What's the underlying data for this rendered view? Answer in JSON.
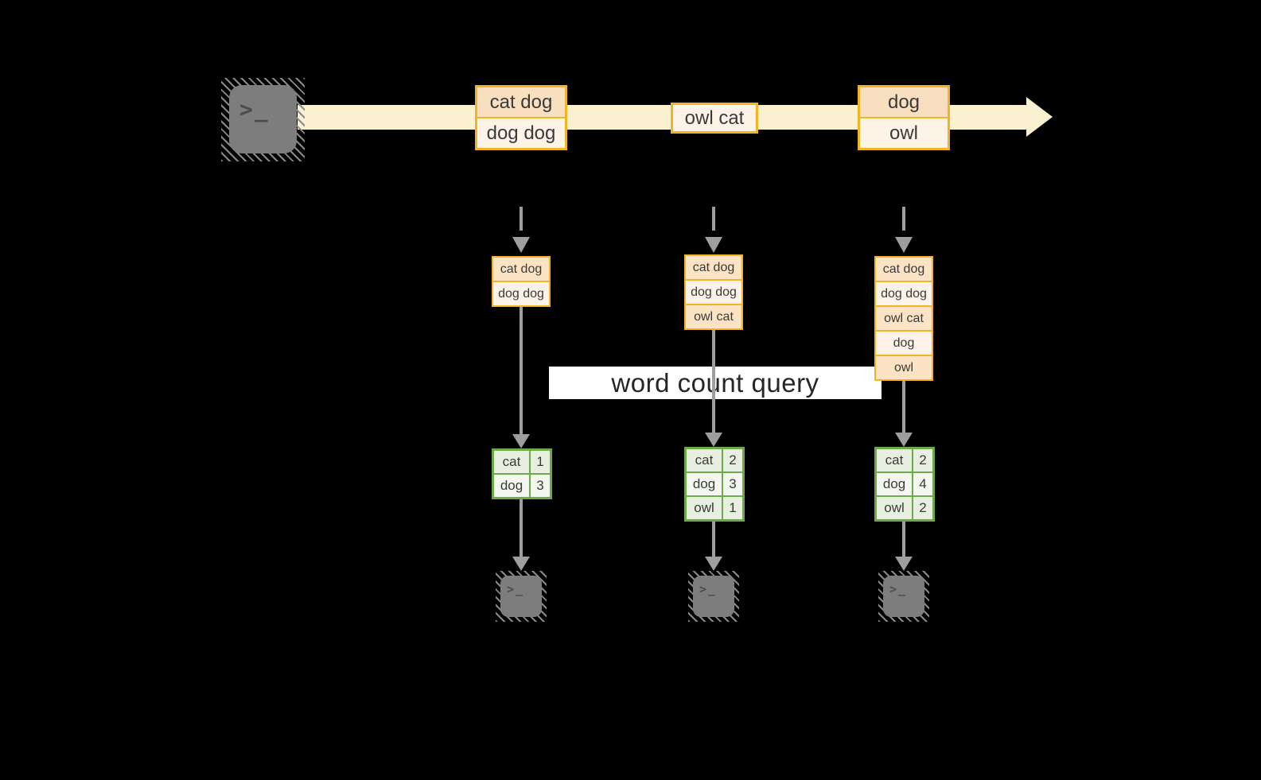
{
  "query_label": "word count query",
  "terminal_glyph": ">_",
  "stream": {
    "events": [
      {
        "lines": [
          "cat dog",
          "dog dog"
        ]
      },
      {
        "lines": [
          "owl cat"
        ]
      },
      {
        "lines": [
          "dog",
          "owl"
        ]
      }
    ]
  },
  "columns": [
    {
      "buffer": [
        "cat dog",
        "dog dog"
      ],
      "counts": [
        [
          "cat",
          "1"
        ],
        [
          "dog",
          "3"
        ]
      ]
    },
    {
      "buffer": [
        "cat dog",
        "dog dog",
        "owl cat"
      ],
      "counts": [
        [
          "cat",
          "2"
        ],
        [
          "dog",
          "3"
        ],
        [
          "owl",
          "1"
        ]
      ]
    },
    {
      "buffer": [
        "cat dog",
        "dog dog",
        "owl cat",
        "dog",
        "owl"
      ],
      "counts": [
        [
          "cat",
          "2"
        ],
        [
          "dog",
          "4"
        ],
        [
          "owl",
          "2"
        ]
      ]
    }
  ],
  "colors": {
    "background": "#000000",
    "stream_band": "#fbf1d0",
    "event_border": "#f0b424",
    "event_fill_dark": "#f8dfc0",
    "event_fill_light": "#fdf3e6",
    "table_border": "#6caa4a",
    "cell_fill_dark": "#e8efe0",
    "cell_fill_light": "#f3f7ef",
    "arrow_gray": "#9e9e9e",
    "terminal_fill": "#7d7d7d",
    "label_bg": "#ffffff"
  }
}
